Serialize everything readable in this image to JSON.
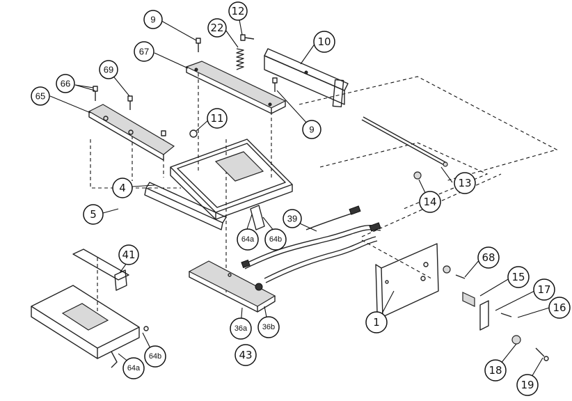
{
  "diagram": {
    "callouts": {
      "c9a": "9",
      "c12": "12",
      "c22": "22",
      "c10": "10",
      "c67": "67",
      "c69": "69",
      "c66": "66",
      "c65": "65",
      "c9b": "9",
      "c11": "11",
      "c4": "4",
      "c5": "5",
      "c13": "13",
      "c14": "14",
      "c39": "39",
      "c64a_top": "64a",
      "c64b_top": "64b",
      "c41": "41",
      "c68": "68",
      "c15": "15",
      "c17": "17",
      "c16": "16",
      "c1": "1",
      "c36a": "36a",
      "c36b": "36b",
      "c43": "43",
      "c64b_bot": "64b",
      "c64a_bot": "64a",
      "c18": "18",
      "c19": "19"
    },
    "colors": {
      "line": "#222222",
      "fill": "#d9d9d9",
      "background": "#ffffff"
    }
  }
}
